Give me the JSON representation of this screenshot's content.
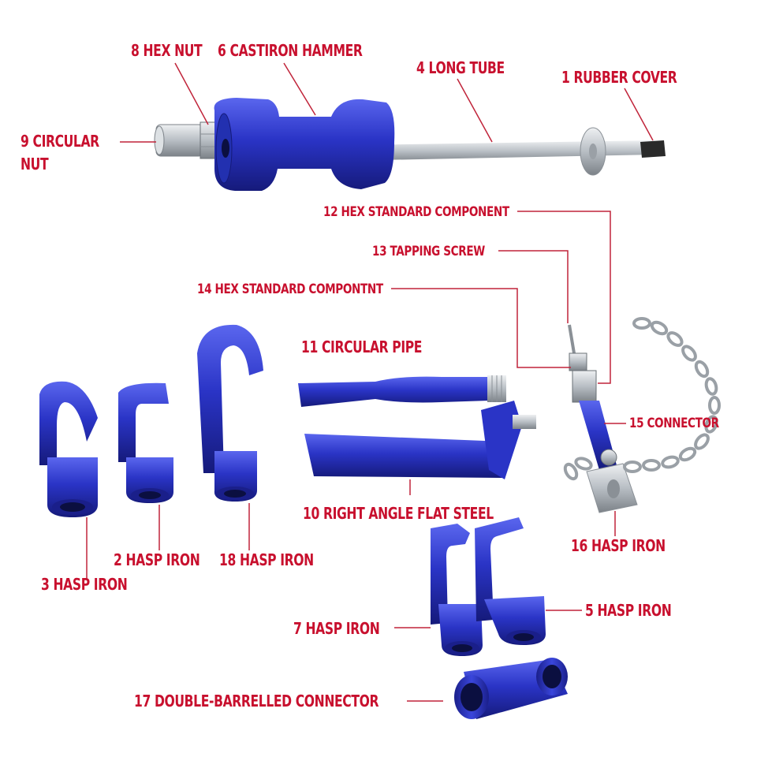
{
  "colors": {
    "label": "#c8102e",
    "leader": "#c0243a",
    "part_blue": "#2a34c6",
    "part_blue_dark": "#1a1f8a",
    "steel": "#c4c8cc"
  },
  "labels": {
    "hex_nut_8": "8 HEX NUT",
    "hammer_6": "6 CASTIRON HAMMER",
    "long_tube_4": "4 LONG TUBE",
    "rubber_cover_1": "1 RUBBER COVER",
    "circular_nut_9_line1": "9 CIRCULAR",
    "circular_nut_9_line2": "NUT",
    "hex_std_12": "12 HEX STANDARD COMPONENT",
    "tapping_screw_13": "13 TAPPING SCREW",
    "hex_std_14": "14 HEX STANDARD COMPONTNT",
    "circular_pipe_11": "11 CIRCULAR PIPE",
    "connector_15": "15 CONNECTOR",
    "flat_steel_10": "10 RIGHT ANGLE FLAT STEEL",
    "hasp_16": "16 HASP IRON",
    "hasp_2": "2 HASP IRON",
    "hasp_18": "18 HASP IRON",
    "hasp_3": "3 HASP IRON",
    "hasp_5": "5 HASP IRON",
    "hasp_7": "7 HASP IRON",
    "double_connector_17": "17 DOUBLE-BARRELLED CONNECTOR"
  }
}
